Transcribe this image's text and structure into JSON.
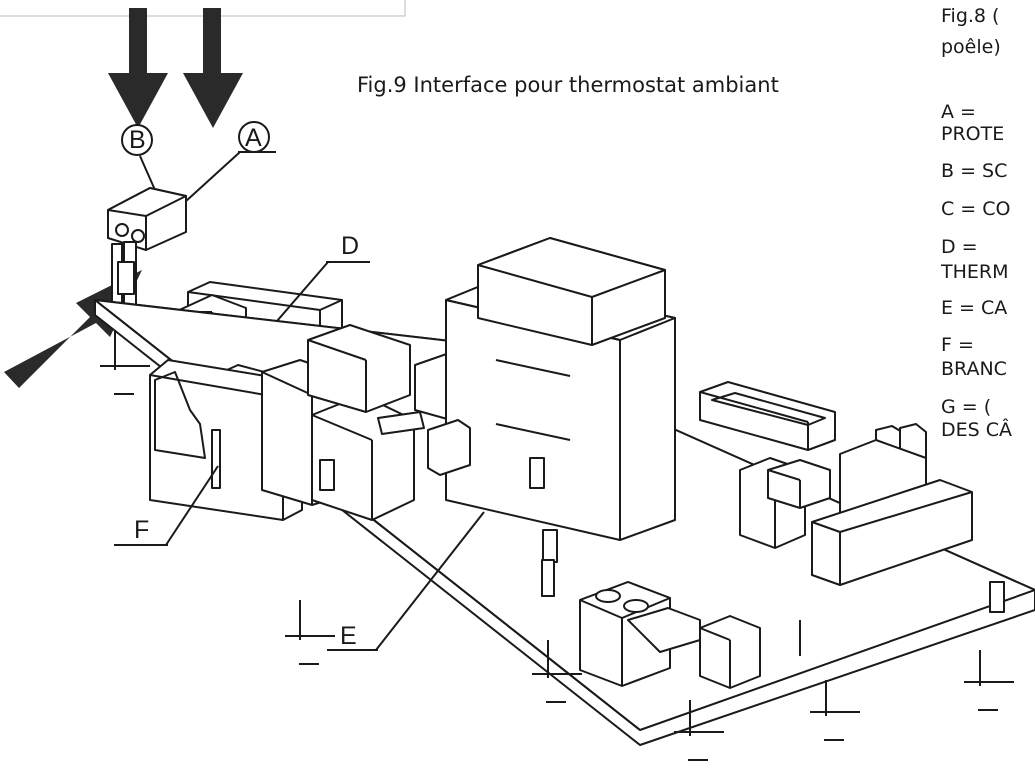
{
  "figure9": {
    "caption": "Fig.9 Interface pour thermostat ambiant",
    "callouts": {
      "a": "A",
      "b": "B",
      "d": "D",
      "e": "E",
      "f": "F"
    }
  },
  "figure8_legend": {
    "caption_line1": "Fig.8 (",
    "caption_line2": "poêle)",
    "items": [
      {
        "line1": "A =",
        "line2": "PROTE"
      },
      {
        "line1": "B = SC"
      },
      {
        "line1": "C = CO"
      },
      {
        "line1": "D =",
        "line2": "THERM"
      },
      {
        "line1": "E = CA"
      },
      {
        "line1": "F =",
        "line2": "BRANC"
      },
      {
        "line1": "G = (",
        "line2": "DES CÂ"
      }
    ]
  },
  "colors": {
    "stroke": "#1a1a1a",
    "arrow": "#2a2a2a",
    "board": "#ffffff"
  }
}
